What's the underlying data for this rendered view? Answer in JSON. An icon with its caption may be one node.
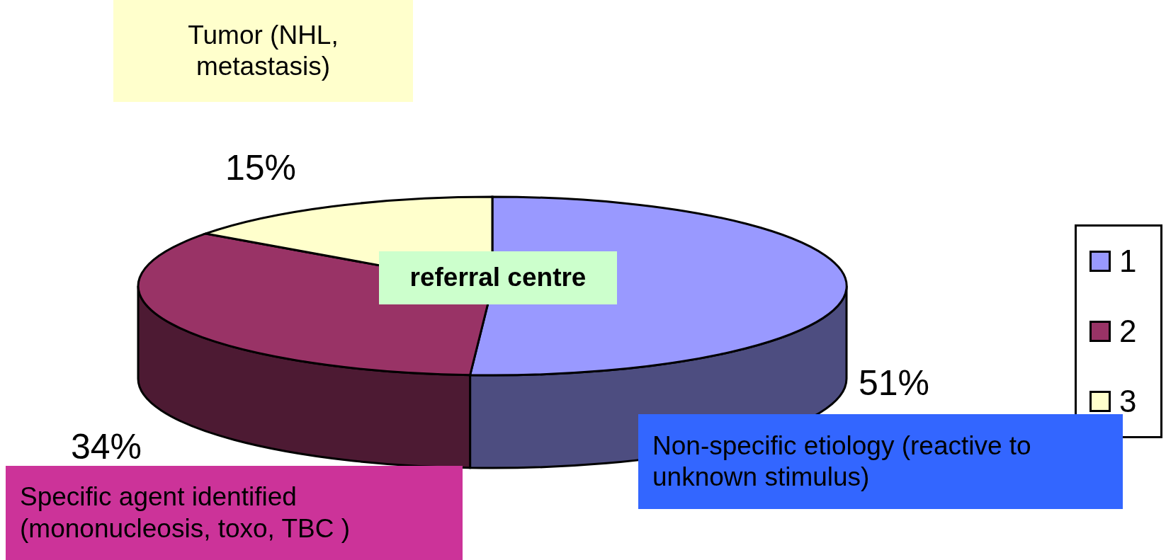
{
  "diagram": {
    "nodes": [
      {
        "text": [
          "Tumor (NHL, metastasis)"
        ]
      },
      {
        "text": [
          "referral centre"
        ]
      },
      {
        "text": [
          "Non-specific etiology (reactive to unknown stimulus)"
        ]
      },
      {
        "text": [
          "Specific agent identified (mononucleosis, toxo, TBC )"
        ]
      }
    ],
    "edges": [],
    "labels": [
      "15%",
      "51%",
      "34%"
    ],
    "legend": [
      {
        "text": "1",
        "color": "#9999ff"
      },
      {
        "text": "2",
        "color": "#993366"
      },
      {
        "text": "3",
        "color": "#ffffcc"
      }
    ]
  }
}
